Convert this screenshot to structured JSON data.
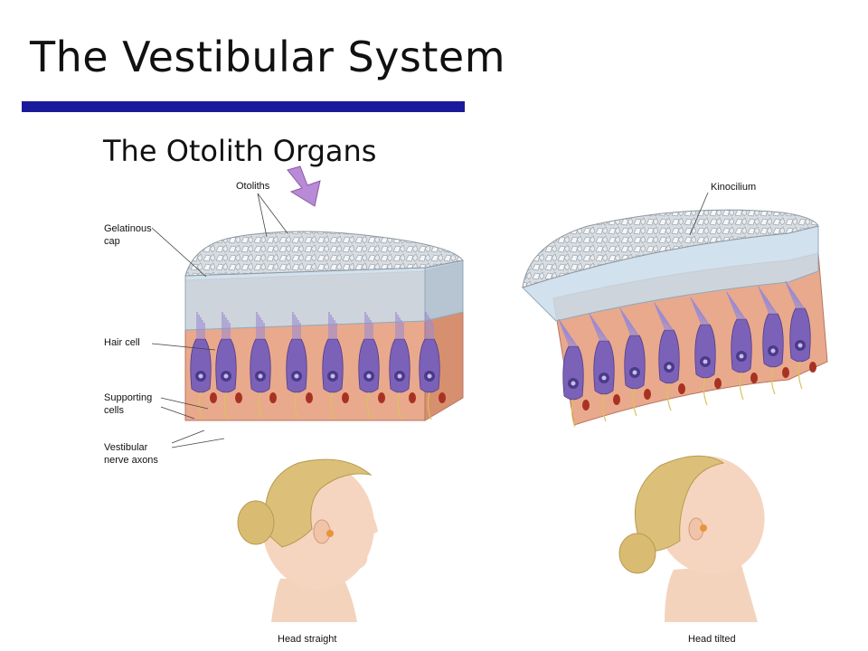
{
  "slide": {
    "title": "The Vestibular System",
    "subtitle": "The Otolith Organs"
  },
  "labels": {
    "otoliths": "Otoliths",
    "kinocilium": "Kinocilium",
    "gelatinous_cap_1": "Gelatinous",
    "gelatinous_cap_2": "cap",
    "hair_cell": "Hair cell",
    "supporting_cells_1": "Supporting",
    "supporting_cells_2": "cells",
    "vestibular_axons_1": "Vestibular",
    "vestibular_axons_2": "nerve axons",
    "head_straight": "Head straight",
    "head_tilted": "Head tilted"
  },
  "colors": {
    "title_rule": "#1a1a9c",
    "gel_cap": "#c9dcea",
    "hair_cell": "#7b62b8",
    "tissue": "#e9a98d",
    "nucleus": "#a83222",
    "arrow": "#b98ad6"
  }
}
